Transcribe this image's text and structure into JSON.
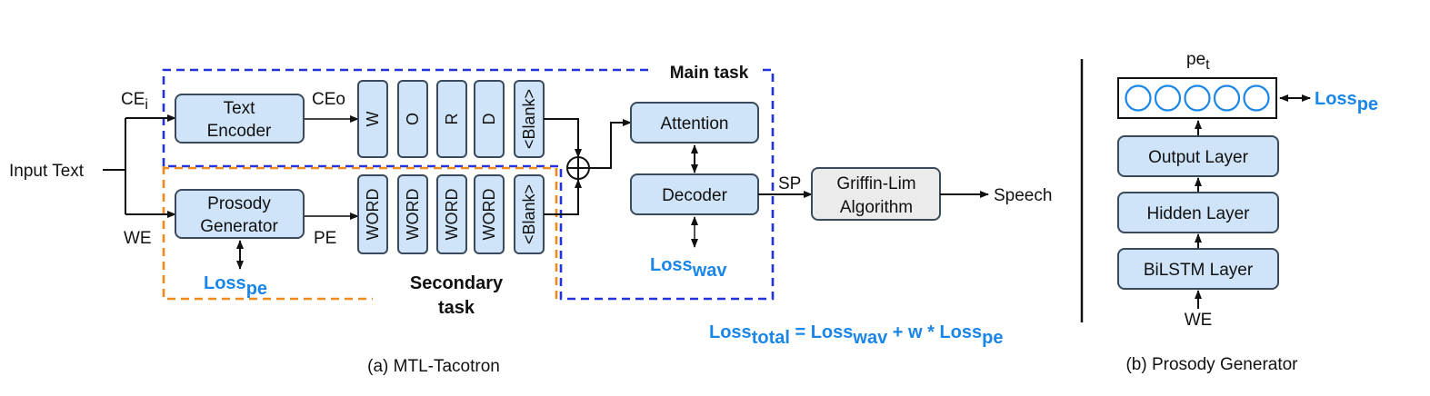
{
  "colors": {
    "box_fill": "#cfe4f8",
    "box_stroke": "#3a4a5c",
    "grey_fill": "#ebebeb",
    "main_border": "#2233dd",
    "secondary_border": "#f08a1c",
    "loss_text": "#1a86e8",
    "circle": "#1a86e8"
  },
  "left": {
    "input_label": "Input Text",
    "ce_i": {
      "base": "CE",
      "sub": "i"
    },
    "we": "WE",
    "text_encoder": [
      "Text",
      "Encoder"
    ],
    "ce_o": "CEo",
    "prosody_generator": [
      "Prosody",
      "Generator"
    ],
    "pe": "PE",
    "main_task": "Main task",
    "secondary_task": [
      "Secondary",
      "task"
    ],
    "main_tokens": [
      "W",
      "O",
      "R",
      "D",
      "<Blank>"
    ],
    "secondary_tokens": [
      "WORD",
      "WORD",
      "WORD",
      "WORD",
      "<Blank>"
    ],
    "attention": "Attention",
    "decoder": "Decoder",
    "sp": "SP",
    "griffin_lim": [
      "Griffin-Lim",
      "Algorithm"
    ],
    "speech": "Speech",
    "loss_pe": {
      "base": "Loss",
      "sub": "pe"
    },
    "loss_wav": {
      "base": "Loss",
      "sub": "wav"
    },
    "loss_total": {
      "lhs_base": "Loss",
      "lhs_sub": "total",
      "eq": " = ",
      "t1_base": "Loss",
      "t1_sub": "wav",
      "mid": " + w * ",
      "t2_base": "Loss",
      "t2_sub": "pe"
    },
    "caption": "(a) MTL-Tacotron"
  },
  "right": {
    "pe_t": {
      "base": "pe",
      "sub": "t"
    },
    "loss_pe": {
      "base": "Loss",
      "sub": "pe"
    },
    "layers": [
      "Output Layer",
      "Hidden Layer",
      "BiLSTM Layer"
    ],
    "we": "WE",
    "caption": "(b) Prosody Generator"
  }
}
